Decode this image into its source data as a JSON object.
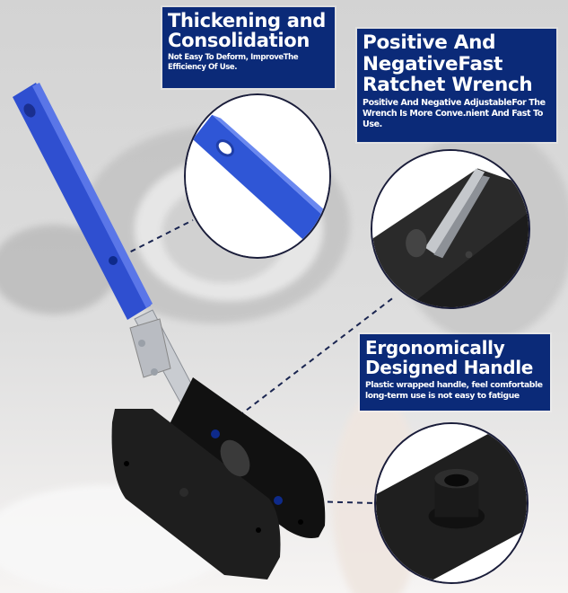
{
  "colors": {
    "callout_bg": "#0b2a78",
    "callout_text": "#ffffff",
    "handle_blue": "#2f4fd0",
    "plate_black": "#1e1e1e",
    "steel": "#c9ccd1",
    "background": "#d9d9d9"
  },
  "callouts": [
    {
      "title_line1": "Thickening and",
      "title_line2": "Consolidation",
      "desc_line1": "Not Easy To Deform, ImproveThe",
      "desc_line2": "Efficiency Of Use."
    },
    {
      "title_line1": "Positive And",
      "title_line2": "NegativeFast",
      "title_line3": "Ratchet Wrench",
      "desc_line1": "Positive And Negative AdjustableFor The",
      "desc_line2": "Wrench Is More Conve.nient And Fast To",
      "desc_line3": "Use."
    },
    {
      "title_line1": "Ergonomically",
      "title_line2": "Designed Handle",
      "desc_line1": "Plastic wrapped handle, feel comfortable",
      "desc_line2": "long-term use is not easy to fatigue"
    }
  ],
  "insets": [
    {
      "subject": "blue-handle-end-with-hole"
    },
    {
      "subject": "ratchet-mechanism-closeup"
    },
    {
      "subject": "plate-socket-closeup"
    }
  ],
  "product": {
    "subject": "brake-caliper-piston-spreader-tool"
  }
}
